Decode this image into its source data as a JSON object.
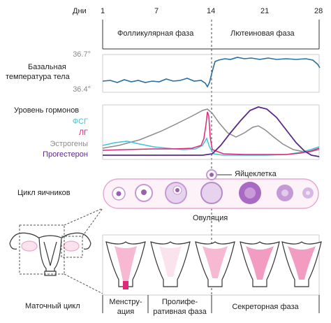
{
  "days": {
    "label": "Дни",
    "ticks": [
      "1",
      "7",
      "14",
      "21",
      "28"
    ]
  },
  "phases": {
    "follicular": "Фолликулярная фаза",
    "luteal": "Лютеиновая фаза"
  },
  "temperature": {
    "title_line1": "Базальная",
    "title_line2": "температура тела",
    "high": "36.7°",
    "low": "36.4°"
  },
  "hormones": {
    "title": "Уровень гормонов",
    "fsh": "ФСГ",
    "lh": "ЛГ",
    "estrogen": "Эстрогены",
    "progesterone": "Прогестерон",
    "colors": {
      "fsh": "#3cc6d6",
      "lh": "#e0287a",
      "estrogen": "#8c8c8c",
      "progesterone": "#5b2a86",
      "temp": "#2a6f9e"
    }
  },
  "ovary": {
    "title": "Цикл яичников",
    "egg": "Яйцеклетка",
    "ovulation": "Овуляция"
  },
  "uterus": {
    "title": "Маточный цикл",
    "menstruation_line1": "Менстру-",
    "menstruation_line2": "ация",
    "proliferative_line1": "Пролифе-",
    "proliferative_line2": "ративная фаза",
    "secretory": "Секреторная фаза"
  }
}
